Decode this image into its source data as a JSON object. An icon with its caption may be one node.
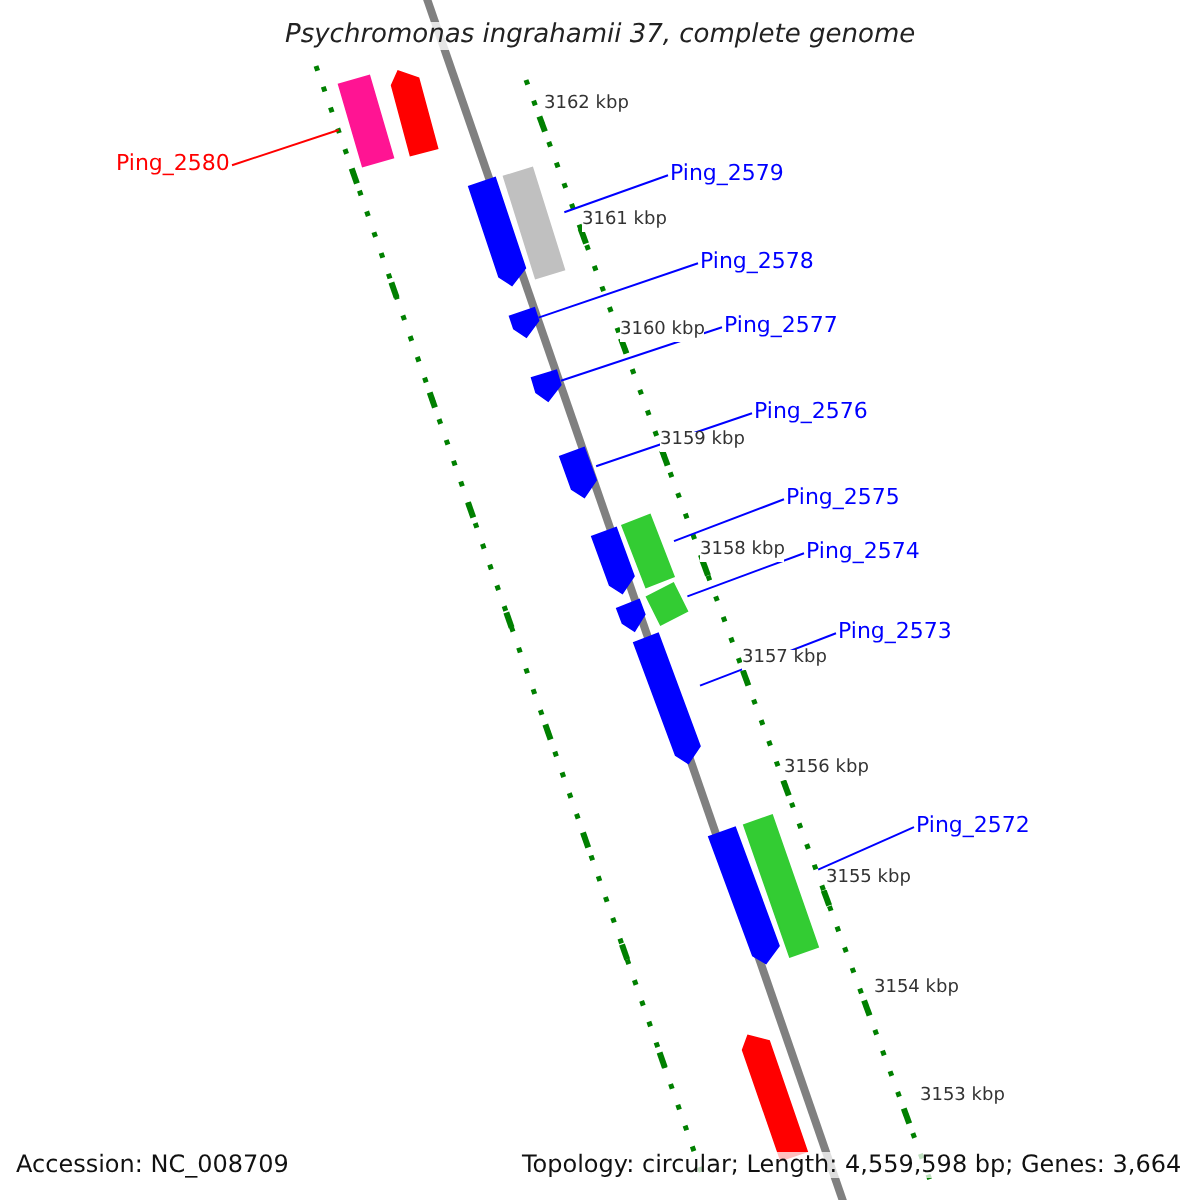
{
  "diagram": {
    "title": "Psychromonas ingrahamii 37, complete genome",
    "nodes": [
      {
        "text": [],
        "shape": "box"
      },
      {
        "text": [],
        "shape": "arrow"
      },
      {
        "text": [
          "Ping_2580"
        ]
      },
      {
        "text": [
          "Ping_2579"
        ]
      },
      {
        "text": [],
        "shape": "arrow"
      },
      {
        "text": [],
        "shape": "box"
      },
      {
        "text": [
          "Ping_2578"
        ]
      },
      {
        "text": [],
        "shape": "arrow"
      },
      {
        "text": [
          "Ping_2577"
        ]
      },
      {
        "text": [],
        "shape": "arrow"
      },
      {
        "text": [
          "Ping_2576"
        ]
      },
      {
        "text": [],
        "shape": "arrow"
      },
      {
        "text": [
          "Ping_2575"
        ]
      },
      {
        "text": [],
        "shape": "arrow"
      },
      {
        "text": [],
        "shape": "box"
      },
      {
        "text": [
          "Ping_2574"
        ]
      },
      {
        "text": [],
        "shape": "arrow"
      },
      {
        "text": [],
        "shape": "box"
      },
      {
        "text": [
          "Ping_2573"
        ]
      },
      {
        "text": [],
        "shape": "arrow"
      },
      {
        "text": [
          "Ping_2572"
        ]
      },
      {
        "text": [],
        "shape": "arrow"
      },
      {
        "text": [],
        "shape": "box"
      },
      {
        "text": [],
        "shape": "arrow"
      }
    ],
    "edges": [
      {
        "from": 2,
        "to": 0,
        "arrow": "none",
        "color": "#ff0000"
      },
      {
        "from": 3,
        "to": 5,
        "arrow": "none"
      },
      {
        "from": 6,
        "to": 7,
        "arrow": "none"
      },
      {
        "from": 8,
        "to": 9,
        "arrow": "none"
      },
      {
        "from": 10,
        "to": 11,
        "arrow": "none"
      },
      {
        "from": 12,
        "to": 14,
        "arrow": "none"
      },
      {
        "from": 15,
        "to": 17,
        "arrow": "none"
      },
      {
        "from": 18,
        "to": 19,
        "arrow": "none"
      },
      {
        "from": 20,
        "to": 22,
        "arrow": "none"
      }
    ],
    "labels": [
      "3162 kbp",
      "3161 kbp",
      "3160 kbp",
      "3159 kbp",
      "3158 kbp",
      "3157 kbp",
      "3156 kbp",
      "3155 kbp",
      "3154 kbp",
      "3153 kbp",
      "Accession: NC_008709",
      "Topology: circular; Length: 4,559,598 bp; Genes: 3,664"
    ]
  }
}
